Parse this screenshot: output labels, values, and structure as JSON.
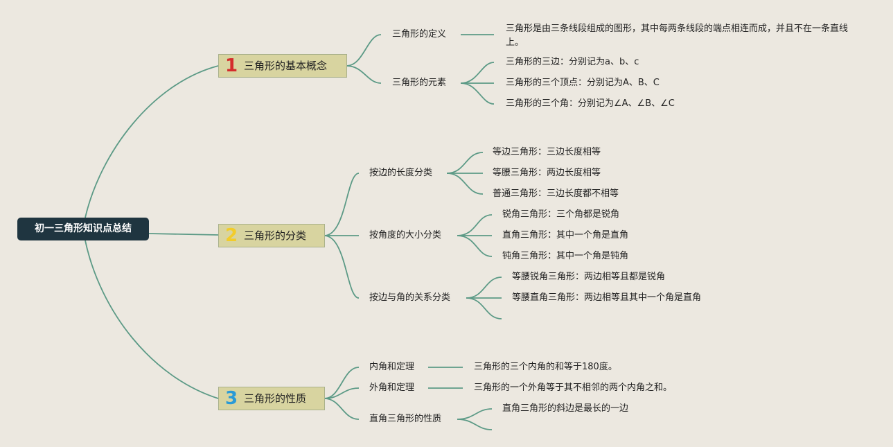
{
  "root": "初一三角形知识点总结",
  "branches": [
    {
      "number": "1",
      "color": "#d42c2c",
      "title": "三角形的基本概念",
      "subs": [
        {
          "label": "三角形的定义",
          "items": [
            "三角形是由三条线段组成的图形，其中每两条线段的端点相连而成，并且不在一条直线上。"
          ]
        },
        {
          "label": "三角形的元素",
          "items": [
            "三角形的三边：分别记为a、b、c",
            "三角形的三个顶点：分别记为A、B、C",
            "三角形的三个角：分别记为∠A、∠B、∠C"
          ]
        }
      ]
    },
    {
      "number": "2",
      "color": "#f2cc2a",
      "title": "三角形的分类",
      "subs": [
        {
          "label": "按边的长度分类",
          "items": [
            "等边三角形：三边长度相等",
            "等腰三角形：两边长度相等",
            "普通三角形：三边长度都不相等"
          ]
        },
        {
          "label": "按角度的大小分类",
          "items": [
            "锐角三角形：三个角都是锐角",
            "直角三角形：其中一个角是直角",
            "钝角三角形：其中一个角是钝角"
          ]
        },
        {
          "label": "按边与角的关系分类",
          "items": [
            "等腰锐角三角形：两边相等且都是锐角",
            "等腰直角三角形：两边相等且其中一个角是直角"
          ]
        }
      ]
    },
    {
      "number": "3",
      "color": "#2a9ad6",
      "title": "三角形的性质",
      "subs": [
        {
          "label": "内角和定理",
          "items": [
            "三角形的三个内角的和等于180度。"
          ]
        },
        {
          "label": "外角和定理",
          "items": [
            "三角形的一个外角等于其不相邻的两个内角之和。"
          ]
        },
        {
          "label": "直角三角形的性质",
          "items": [
            "直角三角形的斜边是最长的一边"
          ]
        }
      ]
    }
  ],
  "colors": {
    "link": "#5c9a86",
    "root_bg": "#1f3540",
    "branch_bg": "#d8d4a0",
    "background": "#ece8e0"
  }
}
